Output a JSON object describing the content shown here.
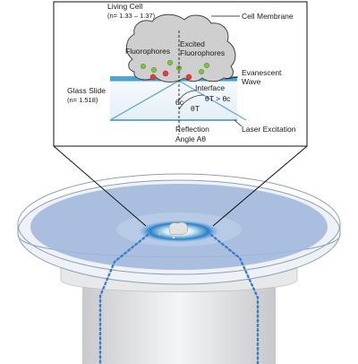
{
  "inset": {
    "living_cell": {
      "line1": "Living Cell",
      "line2": "(n= 1.33 – 1.37)"
    },
    "cell_membrane": "Cell Membrane",
    "fluorophores": "Fluorophores",
    "excited_fluorophores": {
      "line1": "Excited",
      "line2": "Fluorophores"
    },
    "evanescent_wave": {
      "line1": "Evanescent",
      "line2": "Wave"
    },
    "glass_slide": {
      "line1": "Glass Slide",
      "line2": "(n= 1.518)"
    },
    "interface": "Interface",
    "theta_c": "θc",
    "theta_t": "θT",
    "condition": "θT > θc",
    "reflection_angle": {
      "line1": "Reflection",
      "line2": "Angle Aθ"
    },
    "laser_excitation": "Laser Excitation"
  },
  "colors": {
    "cell_fill": "#cfcfcf",
    "cell_stroke": "#444444",
    "fluorophore_green": "#7fc241",
    "fluorophore_red": "#e23c3c",
    "glass_fill": "#eef6fb",
    "evanescent_blue": "#3b9bd0",
    "dish_blue": "#9db6dc",
    "laser_dots": "#3d7fc2",
    "stand_gray": "#d7d9dc"
  }
}
